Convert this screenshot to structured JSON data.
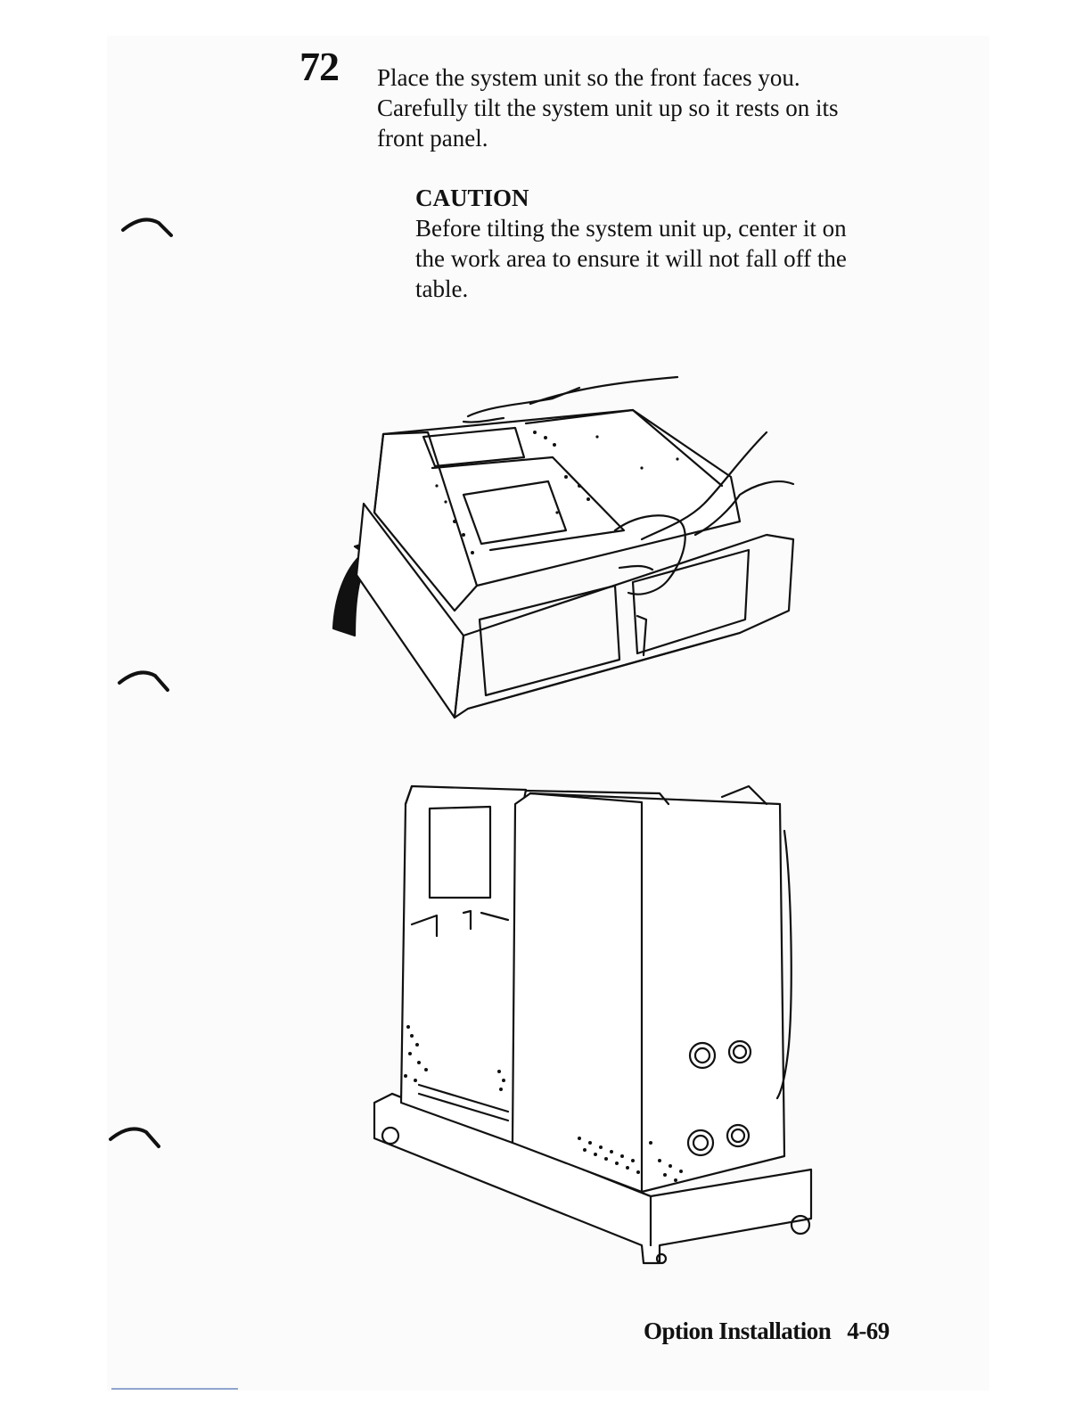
{
  "step": {
    "number": "72",
    "lines": [
      "Place the system unit so the front faces you.",
      "Carefully tilt the system unit up so it rests on its",
      "front panel."
    ]
  },
  "caution": {
    "heading": "CAUTION",
    "lines": [
      "Before tilting the system unit up, center it on",
      "the work area to ensure it will not fall off the",
      "table."
    ]
  },
  "footer": {
    "section": "Option Installation",
    "page": "4-69"
  },
  "figures": [
    {
      "name": "tilting-system-unit-illustration",
      "icon": "hands-tilting-unit-with-up-arrow"
    },
    {
      "name": "system-unit-on-front-panel-illustration",
      "icon": "unit-standing-on-front-panel"
    }
  ]
}
